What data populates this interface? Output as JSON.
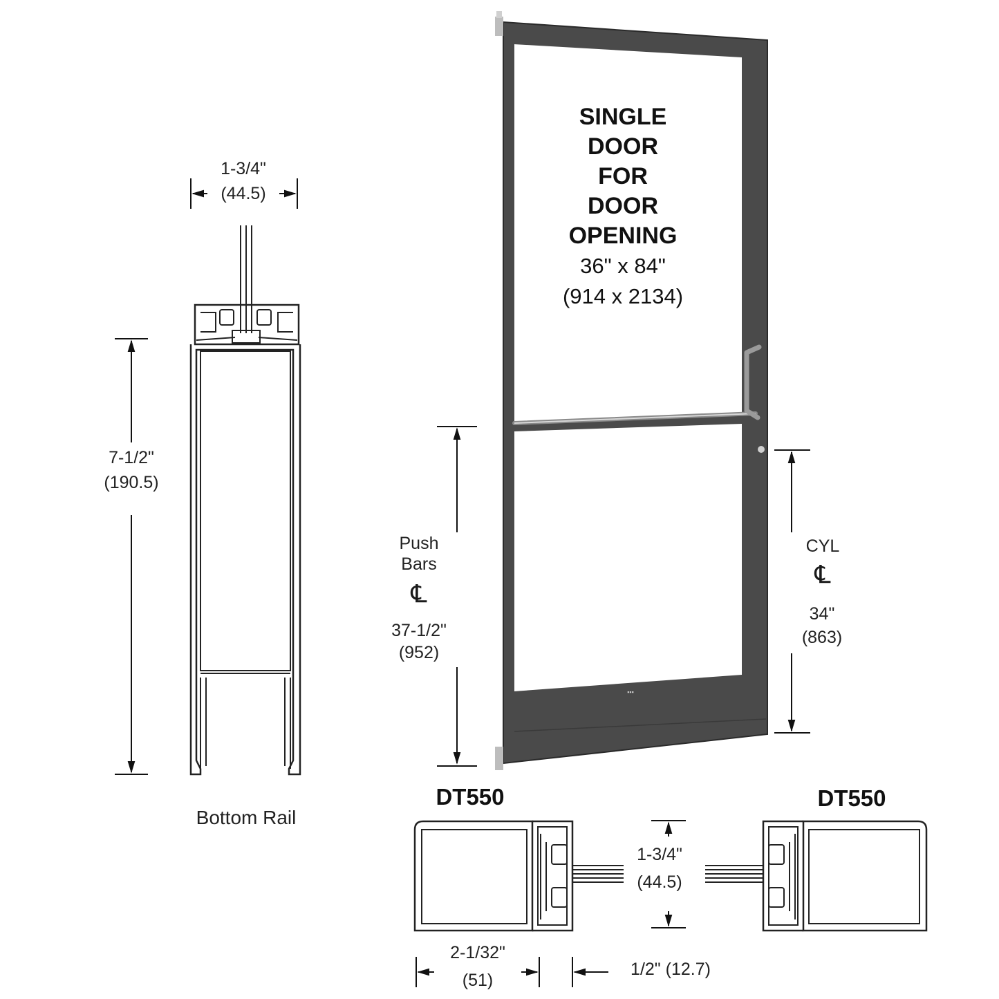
{
  "door": {
    "title_lines": [
      "SINGLE",
      "DOOR",
      "FOR",
      "DOOR",
      "OPENING"
    ],
    "size_in": "36\" x 84\"",
    "size_mm": "(914 x 2134)",
    "frame_color": "#4a4a4a"
  },
  "bottom_rail": {
    "caption": "Bottom Rail",
    "depth_in": "1-3/4\"",
    "depth_mm": "(44.5)",
    "height_in": "7-1/2\"",
    "height_mm": "(190.5)"
  },
  "push_bars": {
    "label_line1": "Push",
    "label_line2": "Bars",
    "centerline_symbol": "℄",
    "height_in": "37-1/2\"",
    "height_mm": "(952)"
  },
  "cylinder": {
    "label": "CYL",
    "centerline_symbol": "℄",
    "height_in": "34\"",
    "height_mm": "(863)"
  },
  "sections": {
    "left_title": "DT550",
    "right_title": "DT550",
    "thickness_in": "1-3/4\"",
    "thickness_mm": "(44.5)",
    "width_label": "2-1/32\"",
    "width_mm": "(51)",
    "offset_label": "1/2\" (12.7)"
  }
}
